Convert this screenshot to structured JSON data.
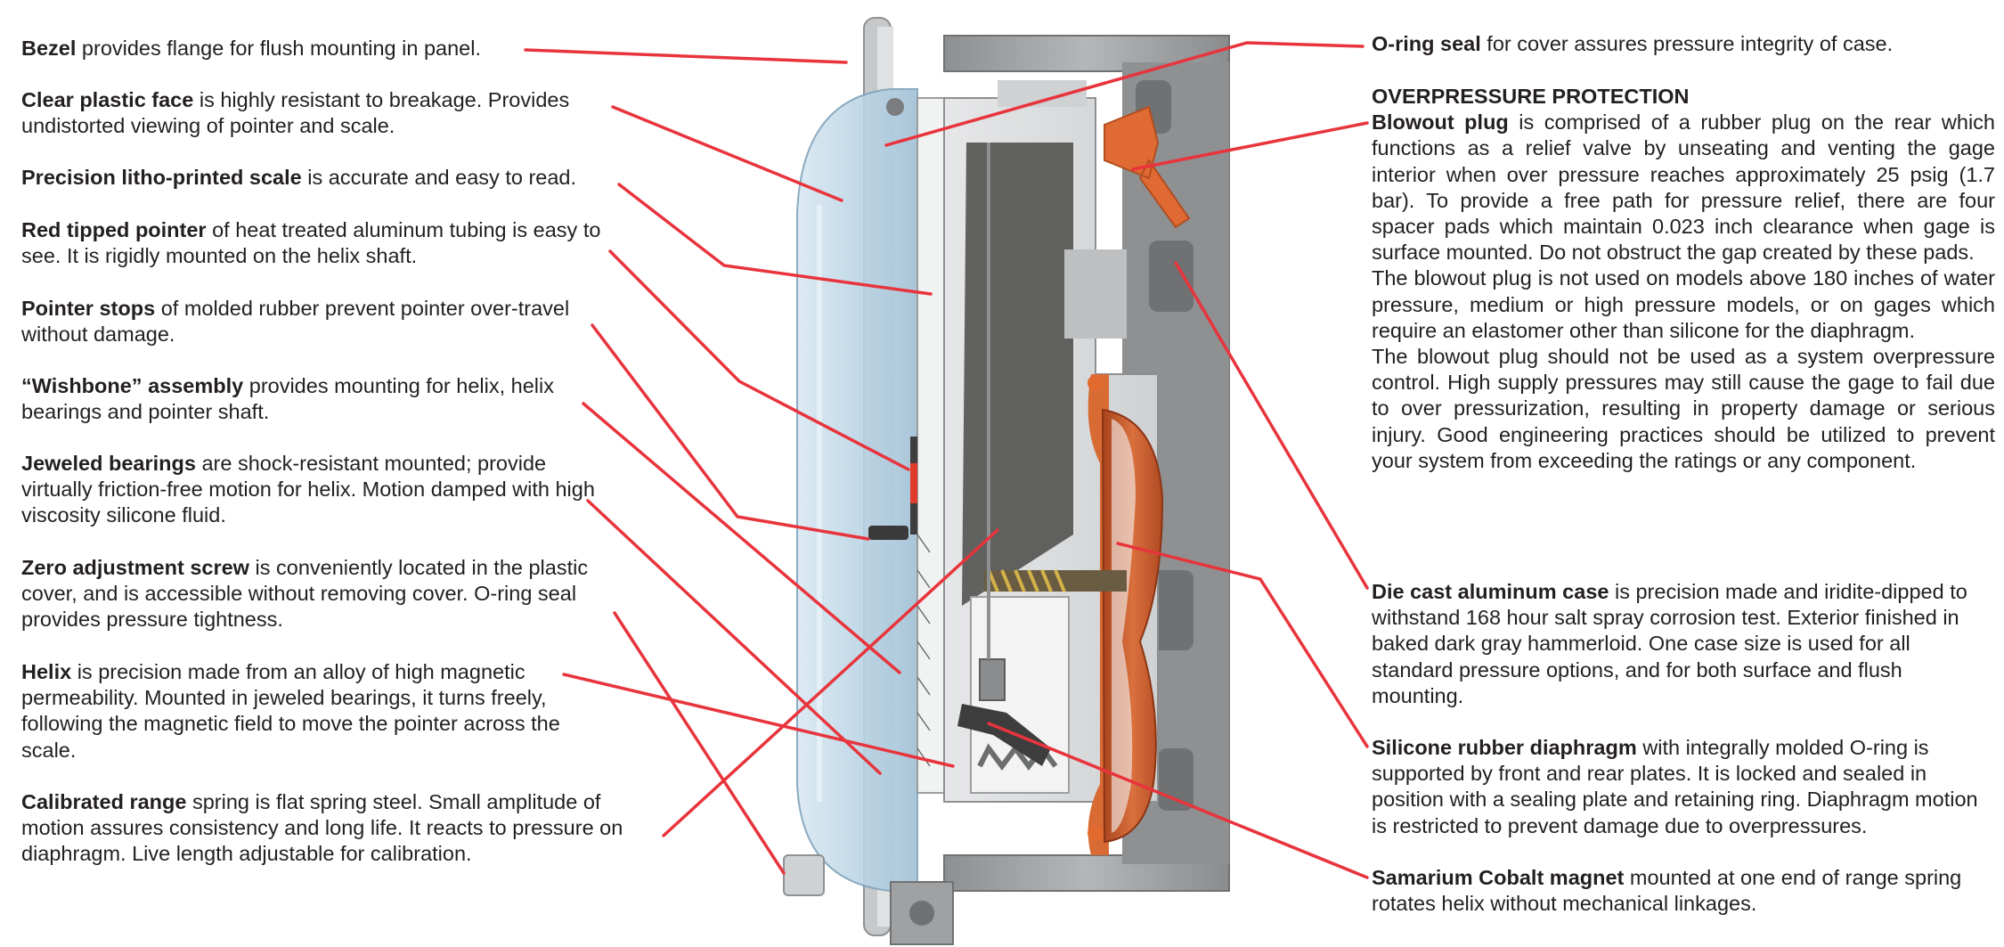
{
  "left_callouts": [
    {
      "term": "Bezel",
      "text": " provides flange for flush mounting in panel."
    },
    {
      "term": "Clear plastic face",
      "text": " is highly resistant to breakage. Provides undistorted viewing of pointer and scale."
    },
    {
      "term": "Precision litho-printed scale",
      "text": " is accurate and easy to read."
    },
    {
      "term": "Red tipped pointer",
      "text": " of heat treated aluminum tubing is easy to see. It is rigidly mounted on the helix shaft."
    },
    {
      "term": "Pointer stops",
      "text": " of molded rubber prevent pointer over-travel without damage."
    },
    {
      "term": "“Wishbone” assembly",
      "text": " provides mounting for helix, helix bearings and pointer shaft."
    },
    {
      "term": "Jeweled bearings",
      "text": " are shock-resistant mounted; provide virtually friction-free motion for helix. Motion damped with high viscosity silicone fluid."
    },
    {
      "term": "Zero adjustment screw",
      "text": " is conveniently located in the plastic cover, and is accessible without removing cover. O-ring seal provides pressure tightness."
    },
    {
      "term": "Helix",
      "text": " is precision made from an alloy of high magnetic permeability. Mounted in jeweled bearings, it turns freely, following the magnetic field to move the pointer across the scale."
    },
    {
      "term": "Calibrated range",
      "text": " spring is flat spring steel. Small amplitude of motion assures consistency and long life. It reacts to pressure on diaphragm. Live length adjustable for calibration."
    }
  ],
  "right_callouts": {
    "oring": {
      "term": "O-ring seal",
      "text": " for cover assures pressure integrity of case."
    },
    "overpressure": {
      "heading": "OVERPRESSURE PROTECTION",
      "term": "Blowout plug",
      "text": " is comprised of a rubber plug on the rear which functions as a relief valve by unseating and venting the gage interior when over pressure reaches approximately 25 psig (1.7 bar). To provide a free path for pressure relief, there are four spacer pads which maintain 0.023 inch clearance when gage is surface mounted. Do not obstruct the gap created by these pads.",
      "para2": "The blowout plug is not used on models above 180 inches of water pressure, medium or high pressure models, or on gages which require an elastomer other than silicone for the diaphragm.",
      "para3": "The blowout plug should not be used as a system overpressure control. High supply pressures may still cause the gage to fail due to over pressurization, resulting in property damage or serious injury. Good engineering practices should be utilized to prevent your system from exceeding the ratings or any component."
    },
    "case": {
      "term": "Die cast aluminum case",
      "text": " is precision made and iridite-dipped to withstand 168 hour salt spray corrosion test. Exterior finished in baked dark gray hammerloid. One case size is used for all standard pressure options, and for both surface and flush mounting."
    },
    "diaphragm": {
      "term": "Silicone rubber diaphragm",
      "text": " with integrally molded O-ring is supported by front and rear plates. It is locked and sealed in position with a sealing plate and retaining ring. Diaphragm motion is restricted to prevent damage due to overpressures."
    },
    "magnet": {
      "term": "Samarium Cobalt magnet",
      "text": " mounted at one end of range spring rotates helix without mechanical linkages."
    }
  },
  "colors": {
    "leader_line": "#e8343c",
    "text": "#231f20",
    "case_gray": "#9a9c9e",
    "diaphragm_orange": "#c8552a",
    "face_blue": "#bcd6e6"
  }
}
